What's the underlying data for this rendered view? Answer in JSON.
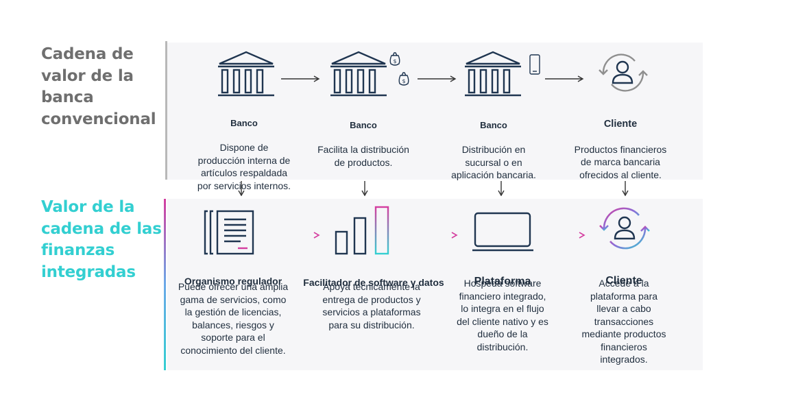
{
  "left_titles": {
    "top": "Cadena de\nvalor de la\nbanca\nconvencional",
    "bottom": "Valor de la\ncadena de las\nfinanzas\nintegradas"
  },
  "top_row": [
    {
      "title": "Banco",
      "text": "Dispone de\nproducción interna de\nartículos respaldada\npor servicios internos."
    },
    {
      "title": "Banco",
      "text": "Facilita la distribución\nde productos."
    },
    {
      "title": "Banco",
      "text": "Distribución en\nsucursal o en\naplicación bancaria."
    },
    {
      "title": "Cliente",
      "text": "Productos financieros\nde marca bancaria\nofrecidos al cliente."
    }
  ],
  "bottom_row": [
    {
      "title": "Organismo regulador",
      "text": "Puede ofrecer una amplia\ngama de servicios, como\nla gestión de licencias,\nbalances, riesgos y\nsoporte para el\nconocimiento del cliente."
    },
    {
      "title": "Facilitador de software y datos",
      "text": "Apoya técnicamente la\nentrega de productos y\nservicios a plataformas\npara su distribución."
    },
    {
      "title": "Plataforma",
      "text": "Hospeda software\nfinanciero integrado,\nlo integra en el flujo\ndel cliente nativo y es\ndueño de la\ndistribución."
    },
    {
      "title": "Cliente",
      "text": "Accede a la\nplataforma para\nllevar a cabo\ntransacciones\nmediante productos\nfinancieros\nintegrados."
    }
  ],
  "icons": {
    "top": [
      "bank-icon",
      "bank-money-icon",
      "bank-phone-icon",
      "client-cycle-icon"
    ],
    "bottom": [
      "document-stack-icon",
      "bar-chart-icon",
      "laptop-chart-icon",
      "client-cycle-gradient-icon"
    ]
  },
  "colors": {
    "grey_text": "#6f6f6f",
    "cyan_title": "#33cfd1",
    "navy": "#1f3550",
    "magenta": "#d43d9f",
    "panel_bg": "#f6f6f8"
  }
}
